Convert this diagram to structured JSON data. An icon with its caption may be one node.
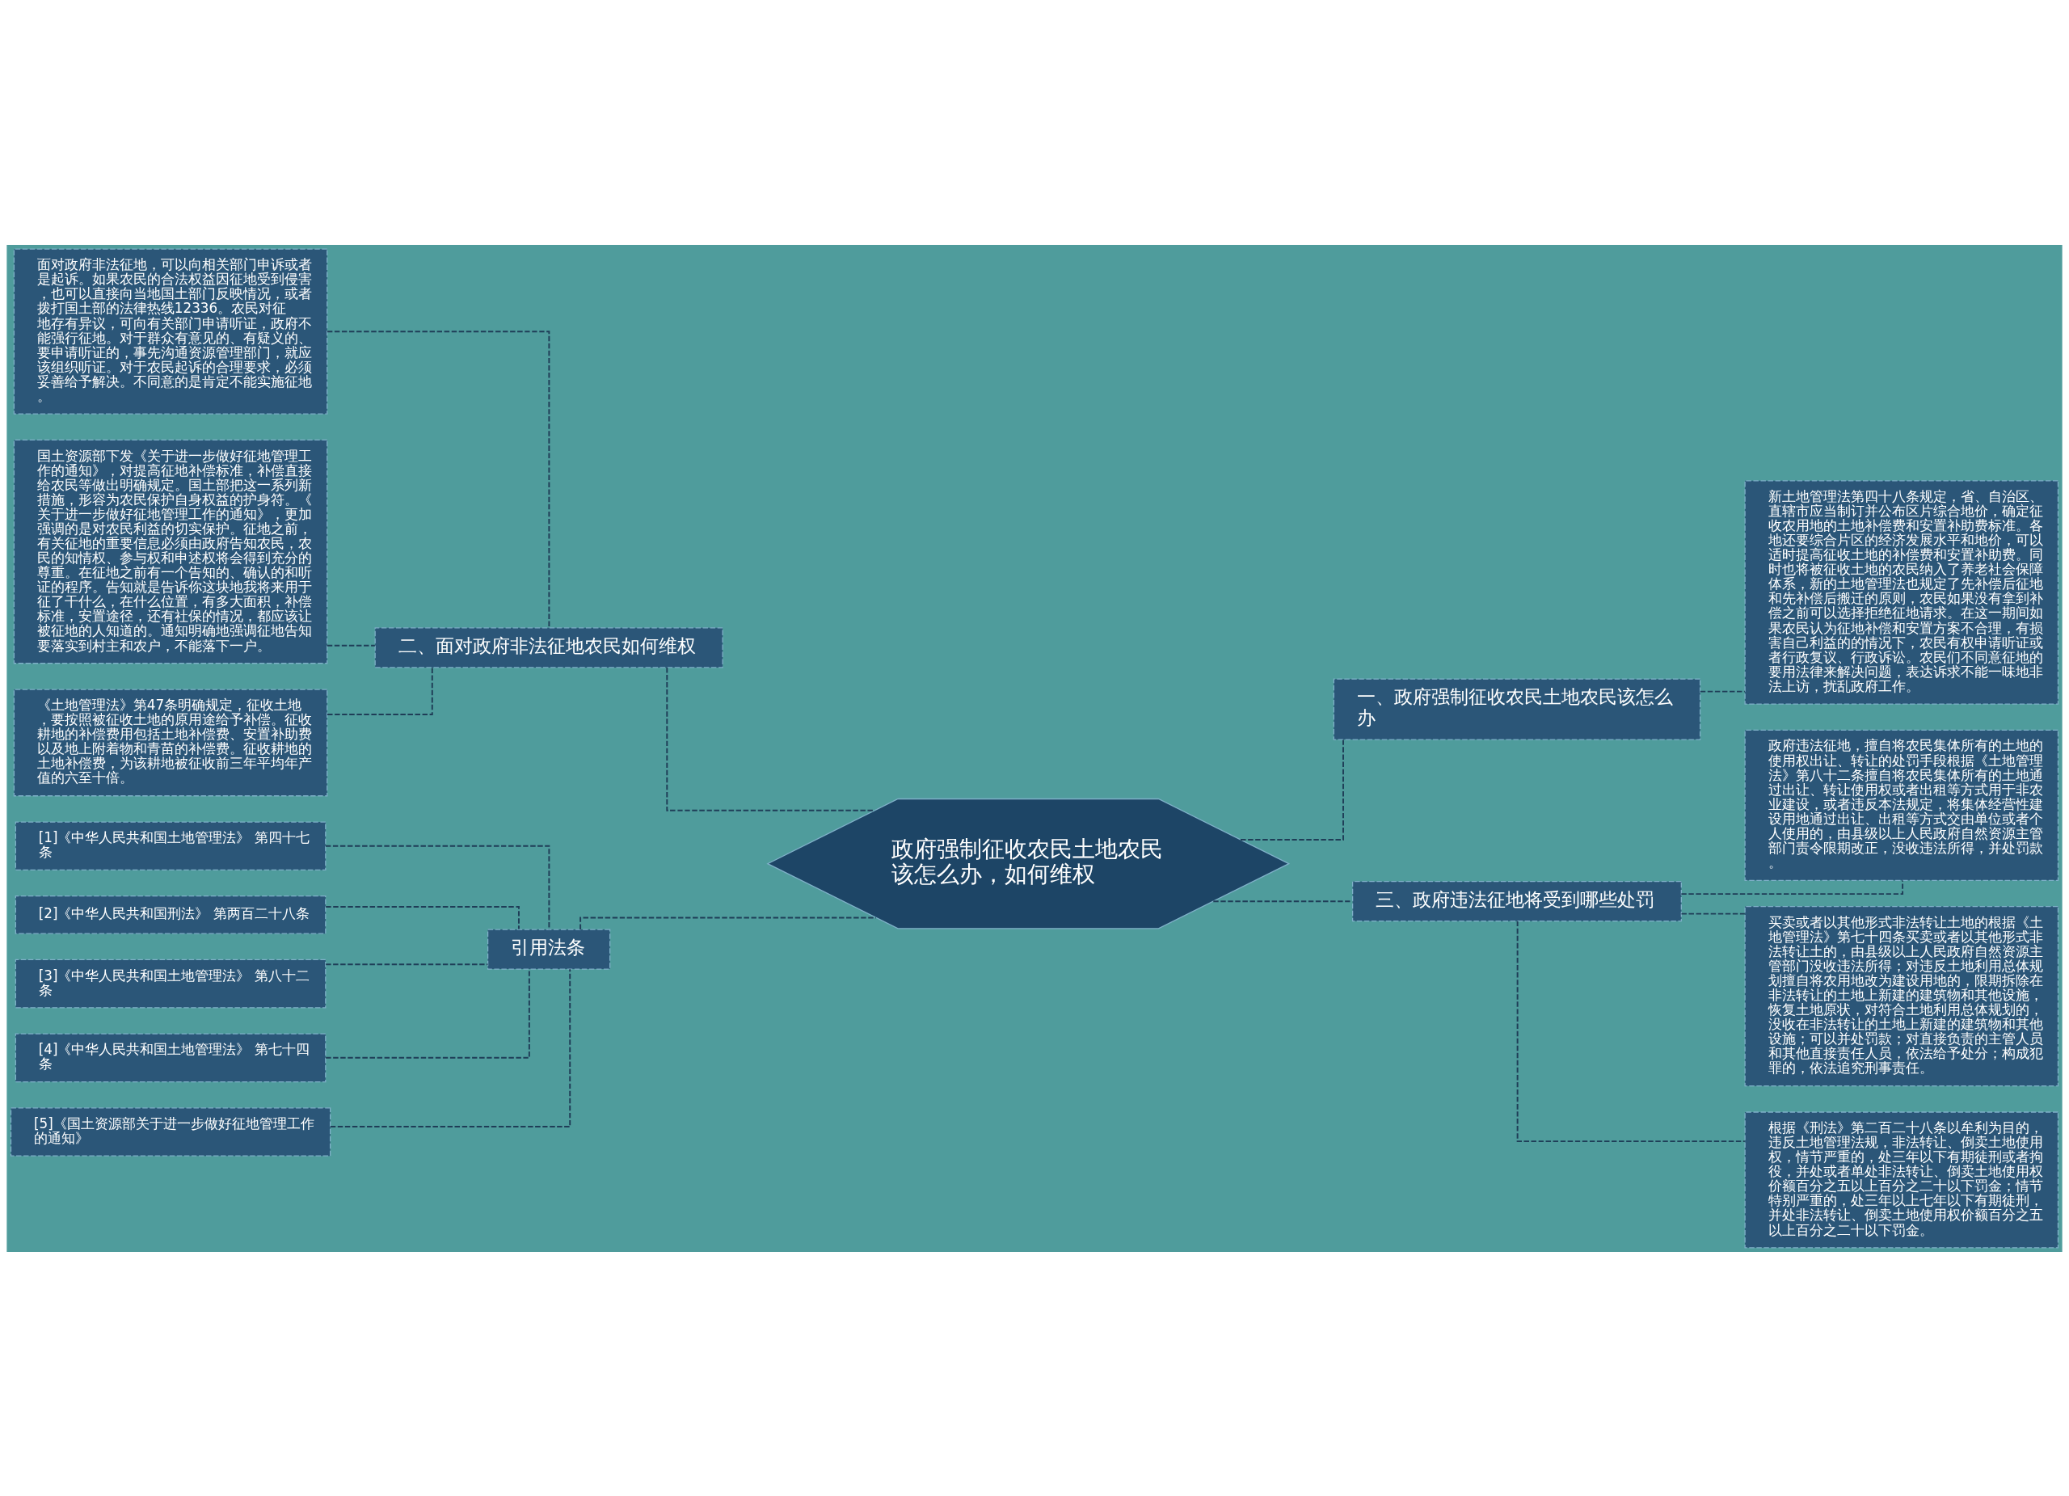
{
  "diagram": {
    "nodes": [
      {
        "text": [
          "政府强制征收农民土地农民该怎么办，如何维权"
        ]
      },
      {
        "text": [
          "一、政府强制征收农民土地农民该怎么办"
        ]
      },
      {
        "text": [
          "新土地管理法第四十八条规定，省、自治区、直辖市应当制订并公布区片综合地价，确定征收农用地的土地补偿费和安置补助费标准。各地还要综合片区的经济发展水平和地价，可以适时提高征收土地的补偿费和安置补助费。同时也将被征收土地的农民纳入了养老社会保障体系，新的土地管理法也规定了先补偿后征地和先补偿后搬迁的原则，农民如果没有拿到补偿之前可以选择拒绝征地请求。在这一期间如果农民认为征地补偿和安置方案不合理，有损害自己利益的的情况下，农民有权申请听证或者行政复议、行政诉讼。农民们不同意征地的要用法律来解决问题，表达诉求不能一味地非法上访，扰乱政府工作。"
        ]
      },
      {
        "text": [
          "三、政府违法征地将受到哪些处罚"
        ]
      },
      {
        "text": [
          "政府违法征地，擅自将农民集体所有的土地的使用权出让、转让的处罚手段根据《土地管理法》第八十二条擅自将农民集体所有的土地通过出让、转让使用权或者出租等方式用于非农业建设，或者违反本法规定，将集体经营性建设用地通过出让、出租等方式交由单位或者个人使用的，由县级以上人民政府自然资源主管部门责令限期改正，没收违法所得，并处罚款。"
        ]
      },
      {
        "text": [
          "买卖或者以其他形式非法转让土地的根据《土地管理法》第七十四条买卖或者以其他形式非法转让土的，由县级以上人民政府自然资源主管部门没收违法所得；对违反土地利用总体规划擅自将农用地改为建设用地的，限期拆除在非法转让的土地上新建的建筑物和其他设施，恢复土地原状，对符合土地利用总体规划的，没收在非法转让的土地上新建的建筑物和其他设施；可以并处罚款；对直接负责的主管人员和其他直接责任人员，依法给予处分；构成犯罪的，依法追究刑事责任。"
        ]
      },
      {
        "text": [
          "根据《刑法》第二百二十八条以牟利为目的，违反土地管理法规，非法转让、倒卖土地使用权，情节严重的，处三年以下有期徒刑或者拘役，并处或者单处非法转让、倒卖土地使用权价额百分之五以上百分之二十以下罚金；情节特别严重的，处三年以上七年以下有期徒刑，并处非法转让、倒卖土地使用权价额百分之五以上百分之二十以下罚金。"
        ]
      },
      {
        "text": [
          "二、面对政府非法征地农民如何维权"
        ]
      },
      {
        "text": [
          "面对政府非法征地，可以向相关部门申诉或者是起诉。如果农民的合法权益因征地受到侵害，也可以直接向当地国土部门反映情况，或者拨打国土部的法律热线12336。农民对征地存有异议，可向有关部门申请听证，政府不能强行征地。对于群众有意见的、有疑义的、要申请听证的，事先沟通资源管理部门，就应该组织听证。对于农民起诉的合理要求，必须妥善给予解决。不同意的是肯定不能实施征地。"
        ]
      },
      {
        "text": [
          "国土资源部下发《关于进一步做好征地管理工作的通知》，对提高征地补偿标准，补偿直接给农民等做出明确规定。国土部把这一系列新措施，形容为农民保护自身权益的护身符。《关于进一步做好征地管理工作的通知》，更加强调的是对农民利益的切实保护。征地之前，有关征地的重要信息必须由政府告知农民，农民的知情权、参与权和申述权将会得到充分的尊重。在征地之前有一个告知的、确认的和听证的程序。告知就是告诉你这块地我将来用于征了干什么，在什么位置，有多大面积，补偿标准，安置途径，还有社保的情况，都应该让被征地的人知道的。通知明确地强调征地告知要落实到村主和农户，不能落下一户。"
        ]
      },
      {
        "text": [
          "《土地管理法》第47条明确规定，征收土地，要按照被征收土地的原用途给予补偿。征收耕地的补偿费用包括土地补偿费、安置补助费以及地上附着物和青苗的补偿费。征收耕地的土地补偿费，为该耕地被征收前三年平均年产值的六至十倍。"
        ]
      },
      {
        "text": [
          "引用法条"
        ]
      },
      {
        "text": [
          "[1]《中华人民共和国土地管理法》 第四十七条"
        ]
      },
      {
        "text": [
          "[2]《中华人民共和国刑法》 第两百二十八条"
        ]
      },
      {
        "text": [
          "[3]《中华人民共和国土地管理法》 第八十二条"
        ]
      },
      {
        "text": [
          "[4]《中华人民共和国土地管理法》 第七十四条"
        ]
      },
      {
        "text": [
          "[5]《国土资源部关于进一步做好征地管理工作的通知》"
        ]
      }
    ],
    "edges": [
      {
        "from": 0,
        "to": 1,
        "arrow": "none",
        "style": "dashed"
      },
      {
        "from": 1,
        "to": 2,
        "arrow": "none",
        "style": "dashed"
      },
      {
        "from": 0,
        "to": 3,
        "arrow": "none",
        "style": "dashed"
      },
      {
        "from": 3,
        "to": 4,
        "arrow": "none",
        "style": "dashed"
      },
      {
        "from": 3,
        "to": 5,
        "arrow": "none",
        "style": "dashed"
      },
      {
        "from": 3,
        "to": 6,
        "arrow": "none",
        "style": "dashed"
      },
      {
        "from": 0,
        "to": 7,
        "arrow": "none",
        "style": "dashed"
      },
      {
        "from": 7,
        "to": 8,
        "arrow": "none",
        "style": "dashed"
      },
      {
        "from": 7,
        "to": 9,
        "arrow": "none",
        "style": "dashed"
      },
      {
        "from": 7,
        "to": 10,
        "arrow": "none",
        "style": "dashed"
      },
      {
        "from": 0,
        "to": 11,
        "arrow": "none",
        "style": "dashed"
      },
      {
        "from": 11,
        "to": 12,
        "arrow": "none",
        "style": "dashed"
      },
      {
        "from": 11,
        "to": 13,
        "arrow": "none",
        "style": "dashed"
      },
      {
        "from": 11,
        "to": 14,
        "arrow": "none",
        "style": "dashed"
      },
      {
        "from": 11,
        "to": 15,
        "arrow": "none",
        "style": "dashed"
      },
      {
        "from": 11,
        "to": 16,
        "arrow": "none",
        "style": "dashed"
      }
    ]
  }
}
